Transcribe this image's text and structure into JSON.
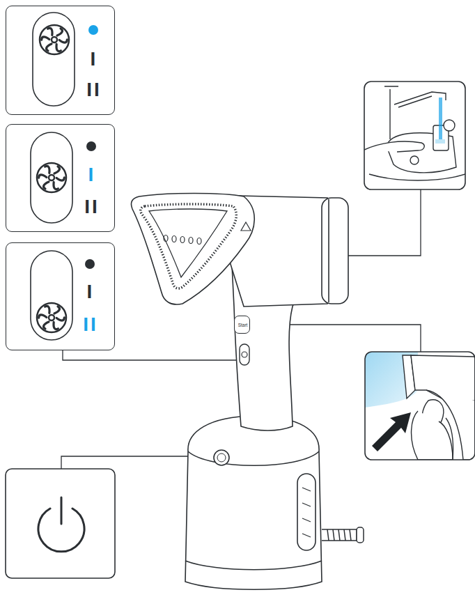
{
  "diagram": {
    "nodes": [
      {
        "text": [
          "I",
          "II"
        ]
      },
      {
        "text": [
          "I",
          "II"
        ]
      },
      {
        "text": [
          "I",
          "II"
        ]
      },
      {
        "text": [
          "Start"
        ]
      }
    ]
  }
}
